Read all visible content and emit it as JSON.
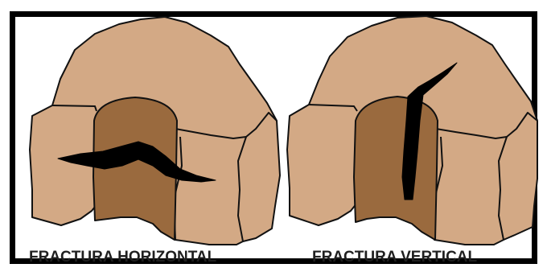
{
  "colors": {
    "rock": "#d3a985",
    "rock_stroke": "#111111",
    "tunnel": "#9a6a3e",
    "fracture": "#000000",
    "frame": "#000000"
  },
  "diagrams": [
    {
      "name": "horizontal",
      "caption": "FRACTURA HORIZONTAL"
    },
    {
      "name": "vertical",
      "caption": "FRACTURA VERTICAL"
    }
  ]
}
